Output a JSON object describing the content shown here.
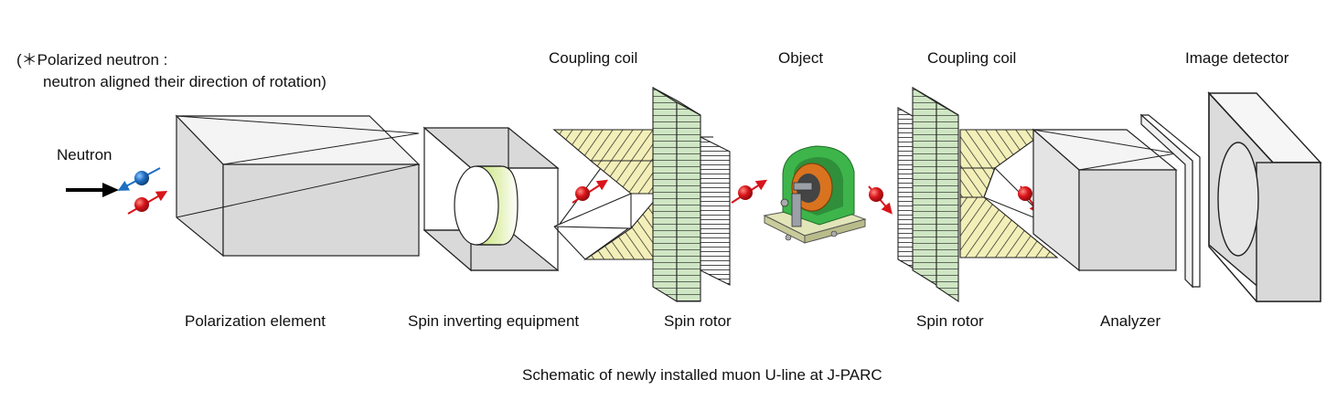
{
  "note": {
    "line1": "(＊Polarized neutron :",
    "line2": "neutron aligned their direction of rotation)"
  },
  "labels": {
    "neutron": "Neutron",
    "polarization_element": "Polarization element",
    "spin_inverting_equipment": "Spin inverting equipment",
    "coupling_coil_left": "Coupling coil",
    "spin_rotor_left": "Spin rotor",
    "object": "Object",
    "coupling_coil_right": "Coupling coil",
    "spin_rotor_right": "Spin rotor",
    "analyzer": "Analyzer",
    "image_detector": "Image detector"
  },
  "caption": "Schematic of newly installed muon U-line at J-PARC",
  "colors": {
    "box_fill": "#d9d9d9",
    "box_face": "#ebebeb",
    "coil_yellow": "#f3efb8",
    "rotor_green": "#cfe6c4",
    "neutron_red": "#d8141a",
    "neutron_blue": "#1e6fc2",
    "object_green": "#3db54a",
    "object_orange": "#d9731f"
  }
}
